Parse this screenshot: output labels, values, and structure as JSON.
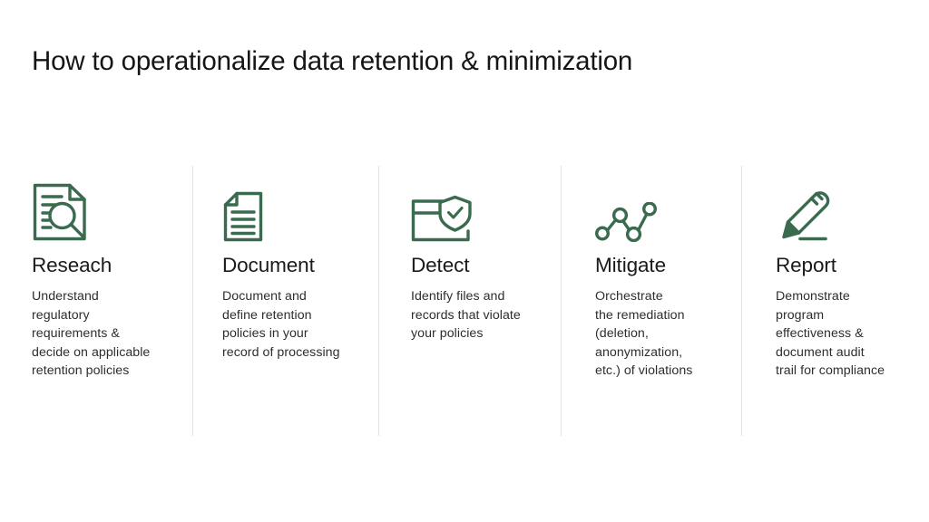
{
  "slide": {
    "title": "How to operationalize data retention & minimization",
    "background_color": "#ffffff",
    "accent_color": "#3a6b4e",
    "divider_color": "#e2e2e2",
    "heading_color": "#1b1b1b",
    "body_color": "#2e2e2e"
  },
  "columns": [
    {
      "icon": "document-search-icon",
      "heading": "Reseach",
      "body": "Understand\nregulatory\nrequirements &\ndecide on applicable\nretention policies"
    },
    {
      "icon": "document-lines-icon",
      "heading": "Document",
      "body": "Document and\ndefine retention\npolicies in your\nrecord of processing"
    },
    {
      "icon": "folder-shield-check-icon",
      "heading": "Detect",
      "body": "Identify files and\nrecords that violate\nyour policies"
    },
    {
      "icon": "node-graph-icon",
      "heading": "Mitigate",
      "body": "Orchestrate\nthe remediation\n(deletion,\nanonymization,\n etc.) of violations"
    },
    {
      "icon": "pencil-write-icon",
      "heading": "Report",
      "body": "Demonstrate\nprogram\neffectiveness &\ndocument audit\ntrail for compliance"
    }
  ]
}
